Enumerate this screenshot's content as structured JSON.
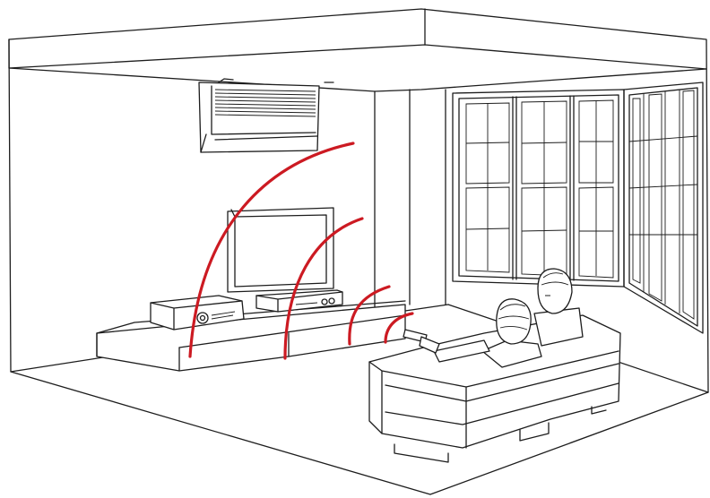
{
  "scene": {
    "colors": {
      "line": "#1d1d1d",
      "wave": "#cc1a22",
      "background": "#ffffff"
    },
    "objects": [
      "air-conditioner",
      "television",
      "av-receiver",
      "soundbar",
      "tv-stand",
      "windows",
      "sofa",
      "couple",
      "remote-control"
    ],
    "wave_arcs": 4
  }
}
